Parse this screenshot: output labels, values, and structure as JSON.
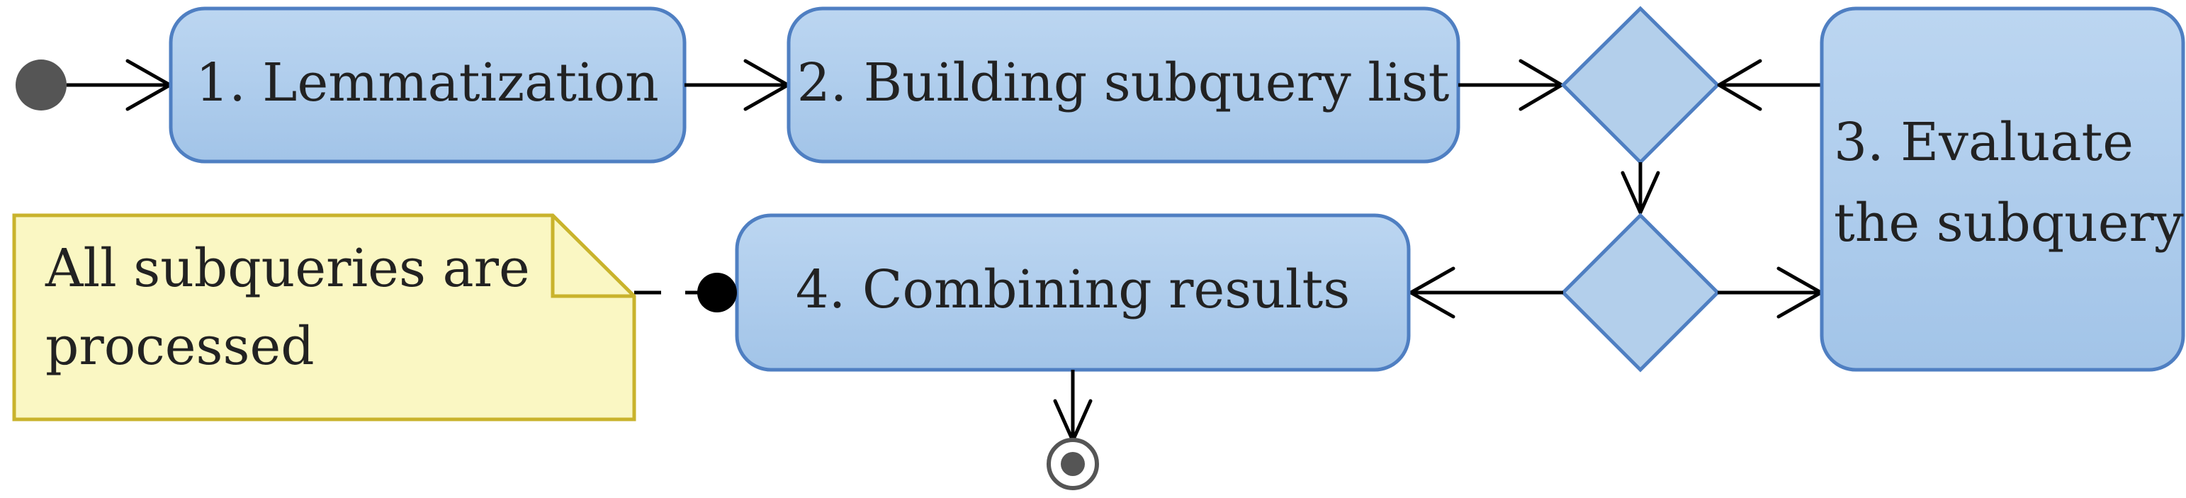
{
  "diagram": {
    "type": "activity",
    "nodes": {
      "lemmatization": "1. Lemmatization",
      "building_subquery_list": "2. Building subquery list",
      "evaluate_line1": "3. Evaluate",
      "evaluate_line2": "the subquery",
      "combining_results": "4. Combining results"
    },
    "note": {
      "line1": "All subqueries are",
      "line2": "processed"
    },
    "colors": {
      "node_fill_top": "#bcd6f1",
      "node_fill_bottom": "#a2c4e8",
      "node_stroke": "#4f7fc2",
      "note_fill": "#faf7c3",
      "note_stroke": "#c9b32c",
      "start_node": "#555555"
    }
  }
}
